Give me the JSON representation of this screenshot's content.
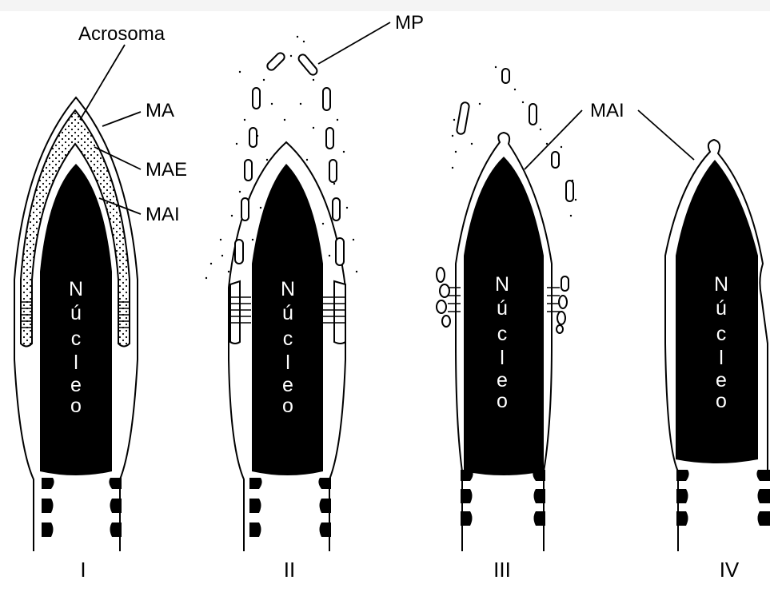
{
  "labels": {
    "acrosoma": "Acrosoma",
    "ma": "MA",
    "mae": "MAE",
    "mai_1": "MAI",
    "mp": "MP",
    "mai_2": "MAI"
  },
  "nucleus_letters": [
    "N",
    "ú",
    "c",
    "l",
    "e",
    "o"
  ],
  "panels": [
    "I",
    "II",
    "III",
    "IV"
  ],
  "colors": {
    "ink": "#000000",
    "paper": "#ffffff"
  }
}
